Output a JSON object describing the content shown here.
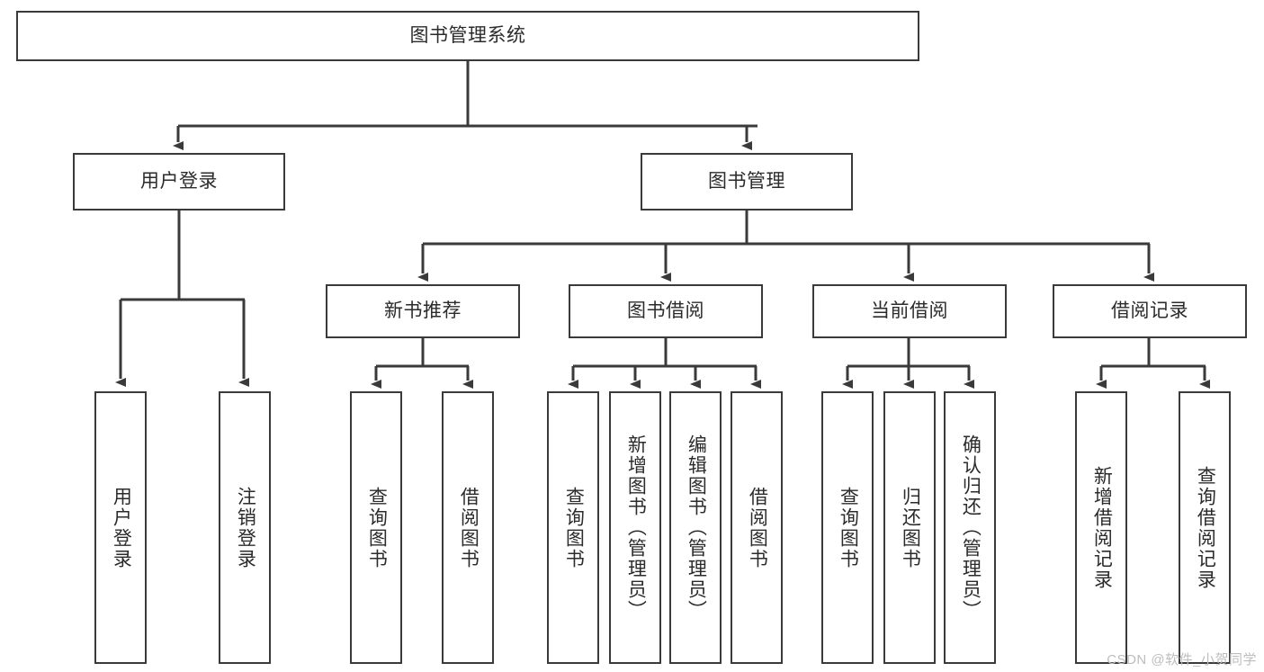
{
  "diagram": {
    "title": "图书管理系统",
    "type": "functional-decomposition-tree",
    "watermark": "CSDN @软件_小贺同学",
    "colors": {
      "stroke": "#3a3a3a",
      "fill": "#ffffff",
      "text": "#2b2b2b",
      "watermark": "#bdbdbd"
    },
    "nodes": {
      "root": {
        "label": "图书管理系统"
      },
      "level2": [
        {
          "id": "user-login",
          "label": "用户登录"
        },
        {
          "id": "book-management",
          "label": "图书管理"
        }
      ],
      "level3": [
        {
          "id": "new-book-recommend",
          "label": "新书推荐"
        },
        {
          "id": "book-borrow",
          "label": "图书借阅"
        },
        {
          "id": "current-borrow",
          "label": "当前借阅"
        },
        {
          "id": "borrow-record",
          "label": "借阅记录"
        }
      ],
      "leaves": {
        "user-login": [
          {
            "id": "leaf-user-login",
            "label": "用户登录"
          },
          {
            "id": "leaf-logout",
            "label": "注销登录"
          }
        ],
        "new-book-recommend": [
          {
            "id": "leaf-query-book-1",
            "label": "查询图书"
          },
          {
            "id": "leaf-borrow-book-1",
            "label": "借阅图书"
          }
        ],
        "book-borrow": [
          {
            "id": "leaf-query-book-2",
            "label": "查询图书"
          },
          {
            "id": "leaf-add-book",
            "label": "新增图书（管理员）"
          },
          {
            "id": "leaf-edit-book",
            "label": "编辑图书（管理员）"
          },
          {
            "id": "leaf-borrow-book-2",
            "label": "借阅图书"
          }
        ],
        "current-borrow": [
          {
            "id": "leaf-query-book-3",
            "label": "查询图书"
          },
          {
            "id": "leaf-return-book",
            "label": "归还图书"
          },
          {
            "id": "leaf-confirm-return",
            "label": "确认归还（管理员）"
          }
        ],
        "borrow-record": [
          {
            "id": "leaf-add-record",
            "label": "新增借阅记录"
          },
          {
            "id": "leaf-query-record",
            "label": "查询借阅记录"
          }
        ]
      }
    }
  }
}
